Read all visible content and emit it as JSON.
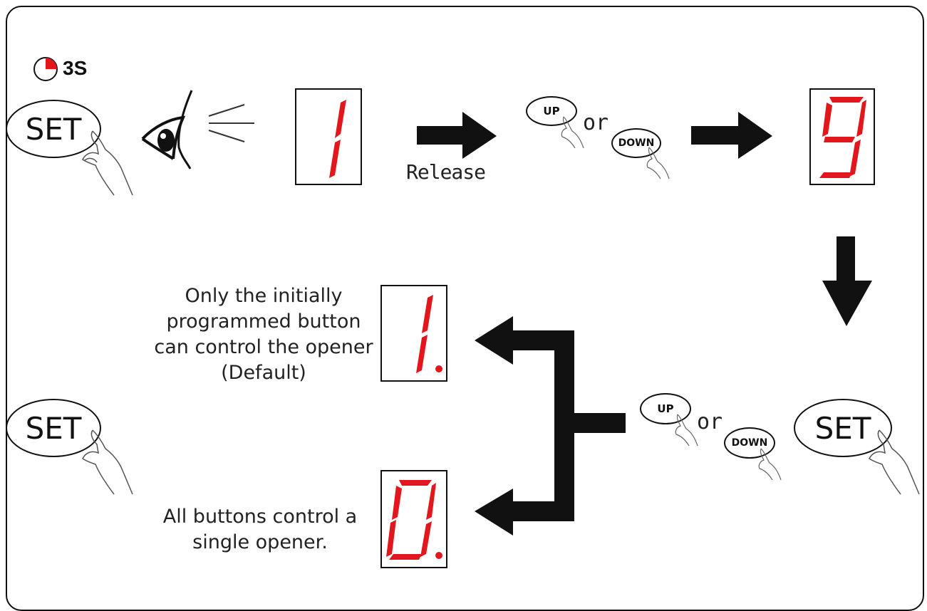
{
  "timer": {
    "label": "3S",
    "icon": "timer-icon"
  },
  "buttons": {
    "set": "SET",
    "up": "UP",
    "down": "DOWN"
  },
  "step1": {
    "release_label": "Release",
    "or_label": "or"
  },
  "step2": {
    "or_label": "or"
  },
  "displays": {
    "d1": "1",
    "d2": "9",
    "d3": "1.",
    "d4": "0."
  },
  "captions": {
    "option_one": [
      "Only the initially",
      "programmed button",
      "can control the opener",
      "(Default)"
    ],
    "option_zero": [
      "All buttons control a",
      "single opener."
    ]
  },
  "colors": {
    "segment": "#e3161c",
    "ink": "#111111",
    "timer_fill": "#e3161c"
  }
}
